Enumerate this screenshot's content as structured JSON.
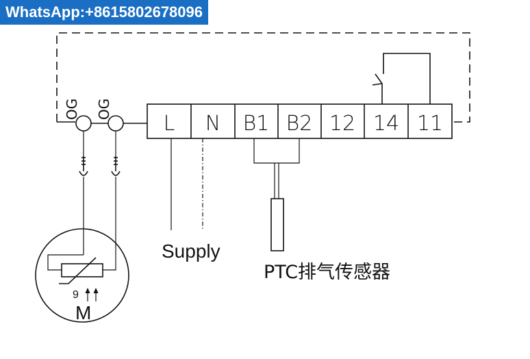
{
  "banner": {
    "text": "WhatsApp:+8615802678096"
  },
  "terminals": [
    "L",
    "N",
    "B1",
    "B2",
    "12",
    "14",
    "11"
  ],
  "og_labels": [
    "OG",
    "OG"
  ],
  "labels": {
    "supply": "Supply",
    "ptc_sensor": "PTC排气传感器",
    "motor_letter": "M",
    "thermistor_number": "9"
  }
}
